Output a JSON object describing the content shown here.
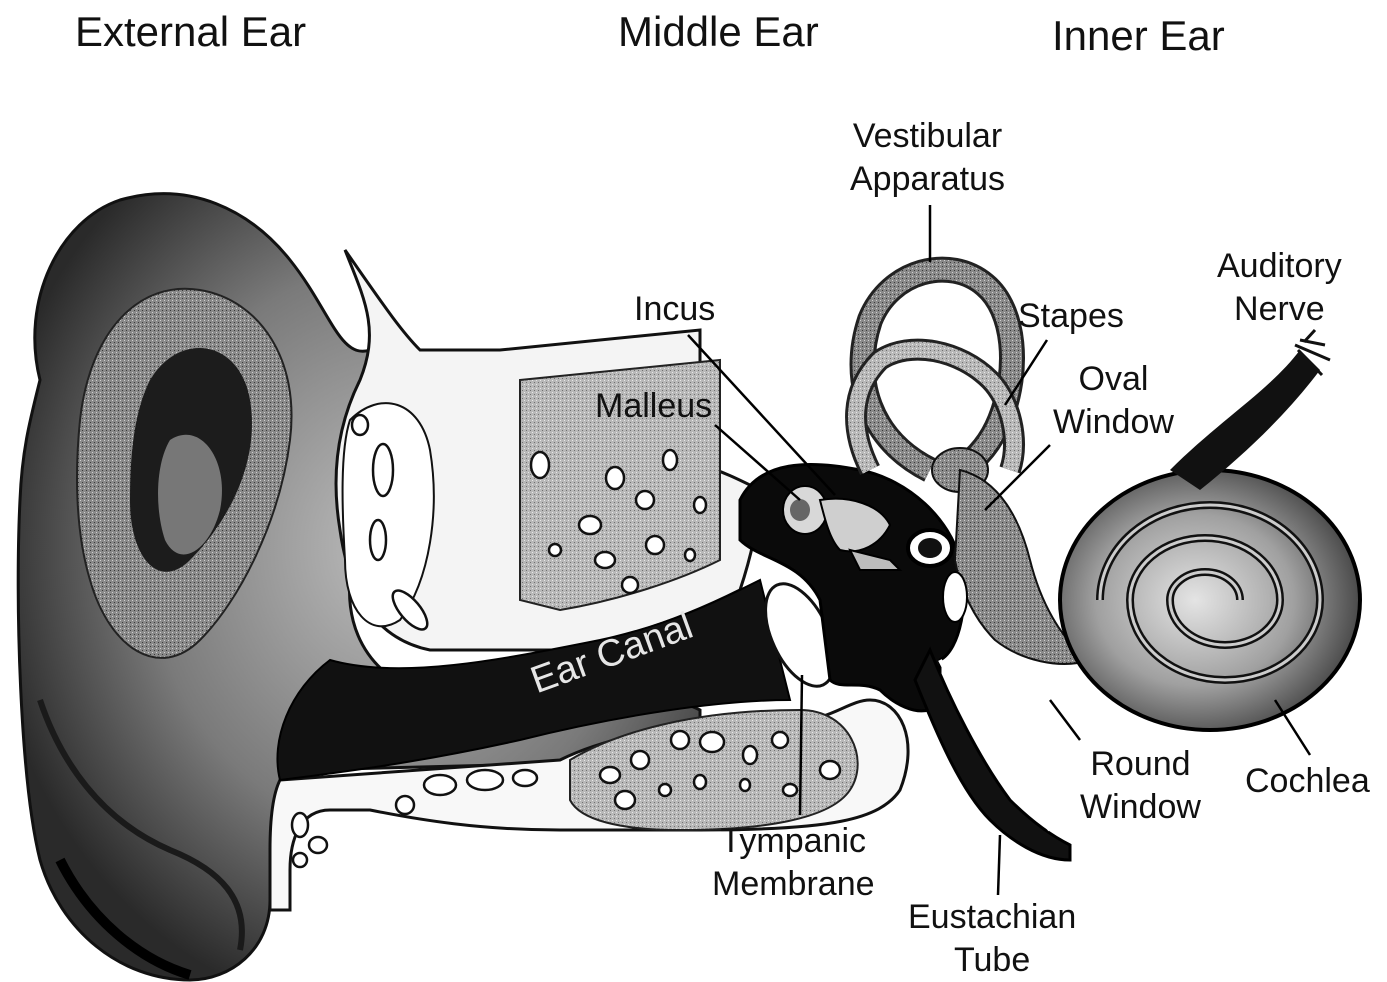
{
  "sections": {
    "external": "External Ear",
    "middle": "Middle Ear",
    "inner": "Inner Ear"
  },
  "labels": {
    "vestibular": [
      "Vestibular",
      "Apparatus"
    ],
    "auditory_nerve": [
      "Auditory",
      "Nerve"
    ],
    "incus": "Incus",
    "stapes": "Stapes",
    "oval_window": [
      "Oval",
      "Window"
    ],
    "malleus": "Malleus",
    "round_window": [
      "Round",
      "Window"
    ],
    "cochlea": "Cochlea",
    "tympanic": [
      "Tympanic",
      "Membrane"
    ],
    "eustachian": [
      "Eustachian",
      "Tube"
    ],
    "ear_canal": "Ear Canal"
  }
}
